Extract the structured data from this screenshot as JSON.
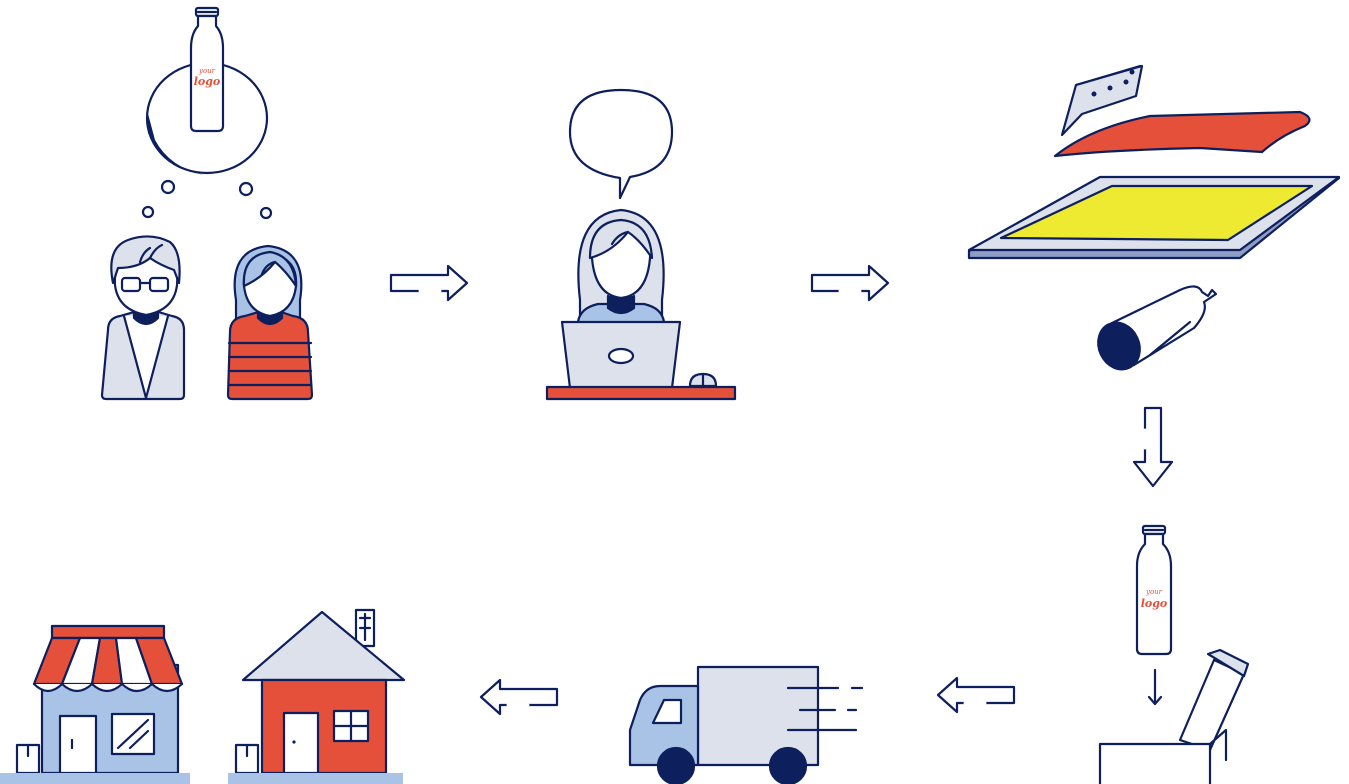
{
  "logo": {
    "line1": "your",
    "line2": "logo"
  },
  "colors": {
    "navy": "#0d1f5c",
    "red": "#e5503b",
    "light_blue": "#a8c3e6",
    "light_gray": "#dde1ec",
    "yellow": "#eeea32",
    "frame_blue": "#8f9cc6"
  },
  "steps": [
    {
      "name": "customers-idea",
      "icons": [
        "man-with-glasses-icon",
        "woman-icon",
        "thought-bubble-icon",
        "branded-bottle-icon"
      ]
    },
    {
      "name": "designer",
      "icons": [
        "speech-bubble-icon",
        "woman-at-laptop-icon",
        "mouse-icon"
      ]
    },
    {
      "name": "screen-printing",
      "icons": [
        "squeegee-icon",
        "ink-icon",
        "screen-frame-icon",
        "blank-bottle-icon"
      ]
    },
    {
      "name": "printed-bottle",
      "icons": [
        "branded-bottle-icon"
      ]
    },
    {
      "name": "packaging",
      "icons": [
        "box-icon",
        "tube-icon"
      ]
    },
    {
      "name": "shipping",
      "icons": [
        "delivery-truck-icon"
      ]
    },
    {
      "name": "delivery-destinations",
      "icons": [
        "shop-icon",
        "house-icon",
        "parcel-icon"
      ]
    }
  ],
  "flow": [
    "right-arrow",
    "right-arrow",
    "down-arrow",
    "down-arrow-thin",
    "left-arrow",
    "left-arrow"
  ]
}
